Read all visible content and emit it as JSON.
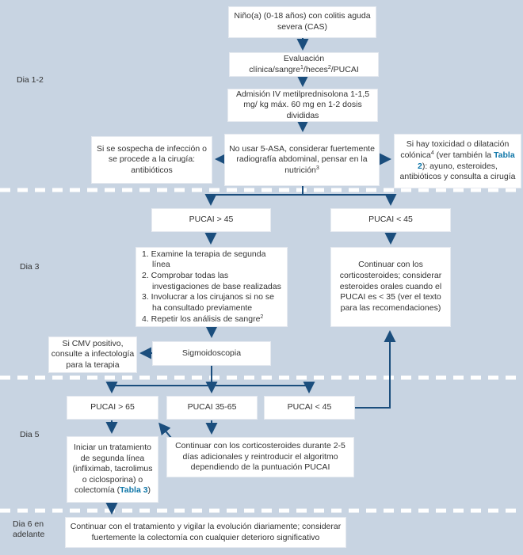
{
  "colors": {
    "background": "#c8d4e2",
    "box_background": "#ffffff",
    "arrow": "#1b4e7d",
    "dashed_separator": "#ffffff",
    "text": "#333333",
    "table_link": "#0e76a8"
  },
  "day_labels": {
    "d12": "Dia 1-2",
    "d3": "Dia 3",
    "d5": "Dia 5",
    "d6_line1": "Dia 6 en",
    "d6_line2": "adelante"
  },
  "boxes": {
    "start": "Niño(a) (0-18 años) con colitis aguda severa (CAS)",
    "evaluation": {
      "p1": "Evaluación clínica/sangre",
      "s1": "1",
      "p2": "/heces",
      "s2": "2",
      "p3": "/PUCAI"
    },
    "admission": "Admisión IV metilprednisolona 1-1,5 mg/ kg máx. 60 mg en 1-2 dosis divididas",
    "no_5asa": {
      "p1": "No usar 5-ASA, considerar fuertemente radiografía abdominal, pensar en la nutrición",
      "sup": "3"
    },
    "infection": "Si se sospecha de infección o se procede a la cirugía: antibióticos",
    "toxicity": {
      "p1": "Si hay toxicidad o dilatación colónica",
      "sup": "4",
      "p2": " (ver también la ",
      "link": "Tabla 2",
      "p3": "): ayuno, esteroides, antibióticos y consulta a cirugía"
    },
    "pucai_gt45": "PUCAI > 45",
    "pucai_lt45": "PUCAI < 45",
    "steps": {
      "item1": "1. Examine la terapia de segunda línea",
      "item2": "2. Comprobar todas las investigaciones de base realizadas",
      "item3": "3. Involucrar a los cirujanos si no se ha consultado previamente",
      "item4": "4. Repetir los análisis de sangre",
      "item4_sup": "2"
    },
    "cortico": "Continuar con los corticosteroides; considerar esteroides orales cuando el PUCAI es < 35 (ver el texto para las recomendaciones)",
    "cmv": "Si CMV positivo, consulte a infectología para la terapia",
    "sigmoid": "Sigmoidoscopia",
    "pucai_gt65": "PUCAI > 65",
    "pucai_3565": "PUCAI 35-65",
    "pucai_lt45_d5": "PUCAI < 45",
    "second_line": {
      "p1": "Iniciar un tratamiento de segunda línea (infliximab, tacrolimus o ciclosporina) o colectomía (",
      "link": "Tabla 3",
      "p2": ")"
    },
    "continue_2_5": "Continuar con los corticosteroides durante 2-5 días adicionales y reintroducir el algoritmo dependiendo de la puntuación PUCAI",
    "final": "Continuar con el tratamiento y vigilar la evolución diariamente; considerar fuertemente la colectomía con cualquier deterioro significativo"
  }
}
